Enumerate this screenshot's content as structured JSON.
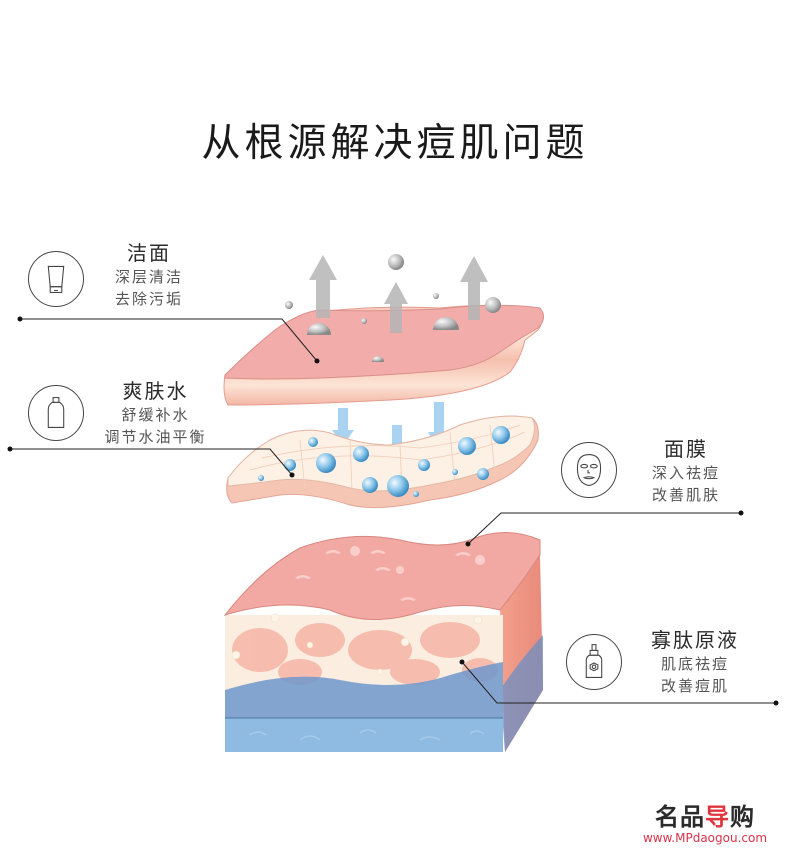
{
  "title": "从根源解决痘肌问题",
  "steps": [
    {
      "name": "洁面",
      "lines": [
        "深层清洁",
        "去除污垢"
      ],
      "icon": "cleanser-tube-icon"
    },
    {
      "name": "爽肤水",
      "lines": [
        "舒缓补水",
        "调节水油平衡"
      ],
      "icon": "toner-bottle-icon"
    },
    {
      "name": "面膜",
      "lines": [
        "深入祛痘",
        "改善肌肤"
      ],
      "icon": "face-mask-icon"
    },
    {
      "name": "寡肽原液",
      "lines": [
        "肌底祛痘",
        "改善痘肌"
      ],
      "icon": "dropper-serum-icon"
    }
  ],
  "watermark": {
    "logo_part1": "名品",
    "logo_part2": "导",
    "logo_part3": "购",
    "url": "www.MPdaogou.com"
  },
  "colors": {
    "skin_pink": "#f2a9a6",
    "skin_light": "#fbe3d2",
    "water_blue": "#7fb1de",
    "arrow_gray": "#b5b5b5",
    "arrow_blue": "#a9d3f0"
  }
}
